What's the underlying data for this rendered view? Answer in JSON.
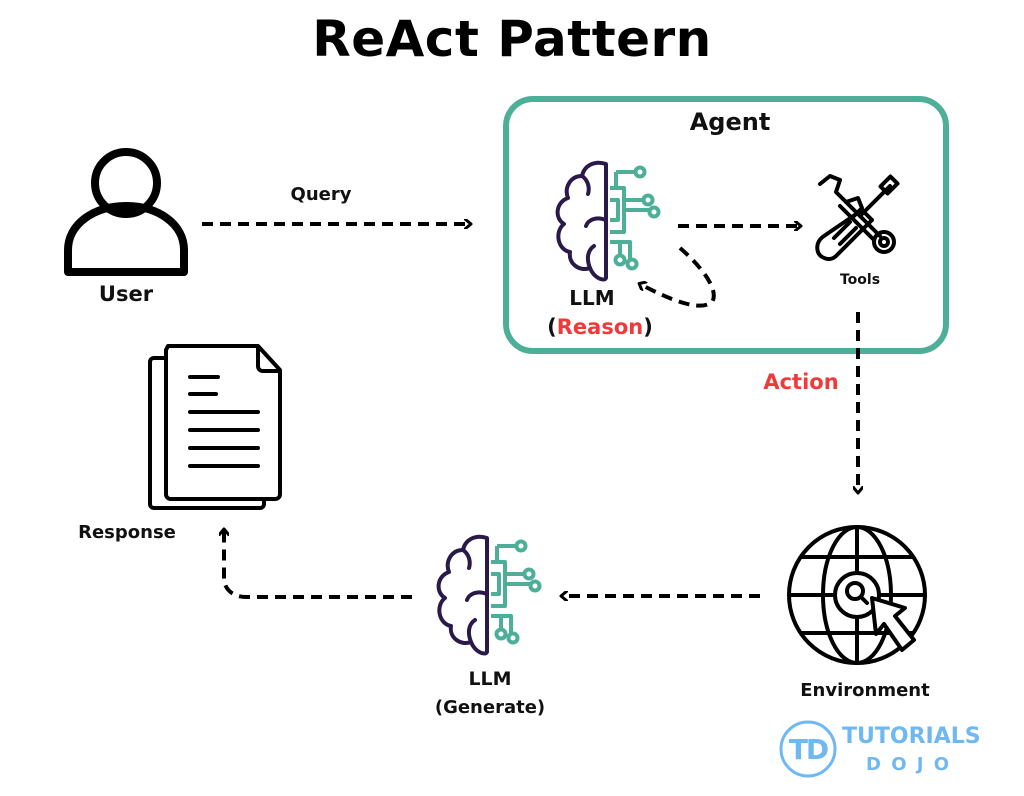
{
  "title": "ReAct Pattern",
  "nodes": {
    "user": {
      "label": "User",
      "icon": "user-icon"
    },
    "agent": {
      "label": "Agent"
    },
    "llm_reason": {
      "label": "LLM",
      "paren_open": "(",
      "sub": "Reason",
      "paren_close": ")",
      "icon": "brain-circuit-icon"
    },
    "tools": {
      "label": "Tools",
      "icon": "wrench-screwdriver-icon"
    },
    "environment": {
      "label": "Environment",
      "icon": "globe-cursor-icon"
    },
    "llm_generate": {
      "label": "LLM",
      "sub": "(Generate)",
      "icon": "brain-circuit-icon"
    },
    "response": {
      "label": "Response",
      "icon": "document-icon"
    }
  },
  "edges": {
    "query": "Query",
    "action": "Action"
  },
  "logo": {
    "mark": "TD",
    "line1": "TUTORIALS",
    "line2": "D O J O"
  },
  "colors": {
    "accent_green": "#4daf98",
    "brain_purple": "#2a1a4a",
    "highlight_red": "#f03a3a",
    "logo_blue": "#6fb8f2"
  }
}
